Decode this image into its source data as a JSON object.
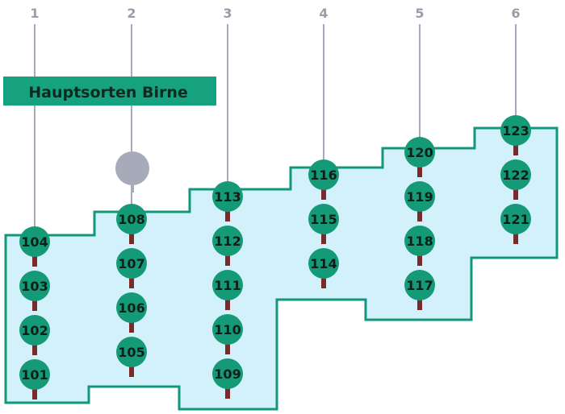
{
  "title": "Hauptsorten Birne",
  "colors": {
    "area_fill": "#d3f1fa",
    "area_stroke": "#13977a",
    "banner": "#16a27f",
    "banner_text": "#0b2a22",
    "row_line": "#a7aab8",
    "row_number": "#9a9cab",
    "tree_crown": "#159a77",
    "tree_trunk": "#7b2a2a",
    "tree_label": "#0d1f1a",
    "marker": "#a7aab8"
  },
  "rows": [
    {
      "number": "1",
      "trees": [
        "104",
        "103",
        "102",
        "101"
      ]
    },
    {
      "number": "2",
      "trees": [
        "108",
        "107",
        "106",
        "105"
      ]
    },
    {
      "number": "3",
      "trees": [
        "113",
        "112",
        "111",
        "110",
        "109"
      ]
    },
    {
      "number": "4",
      "trees": [
        "116",
        "115",
        "114"
      ]
    },
    {
      "number": "5",
      "trees": [
        "120",
        "119",
        "118",
        "117"
      ]
    },
    {
      "number": "6",
      "trees": [
        "123",
        "122",
        "121"
      ]
    }
  ]
}
